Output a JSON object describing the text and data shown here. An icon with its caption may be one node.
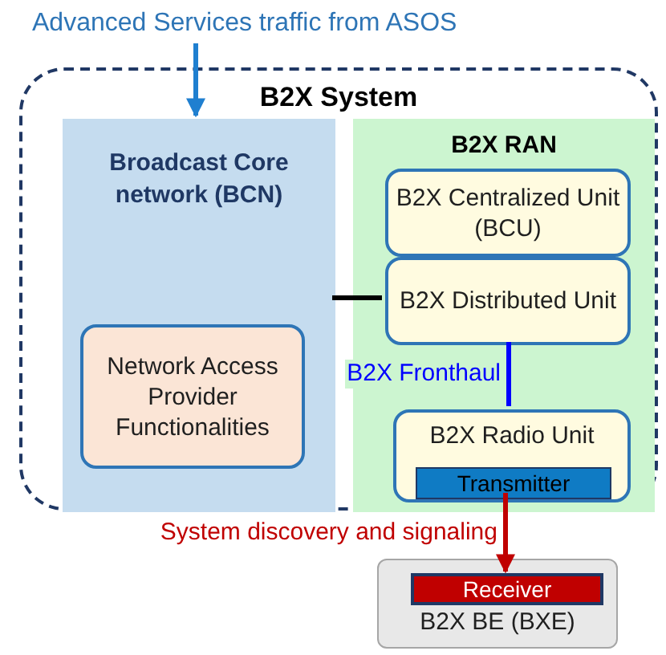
{
  "diagram": {
    "nodes": [
      {
        "text": [
          "Advanced Services traffic from ASOS"
        ]
      },
      {
        "text": [
          "B2X System"
        ]
      },
      {
        "text": [
          "Broadcast Core network (BCN)"
        ],
        "in": 1
      },
      {
        "text": [
          "Network Access Provider Functionalities"
        ],
        "in": 2
      },
      {
        "text": [
          "B2X RAN"
        ],
        "in": 1
      },
      {
        "text": [
          "B2X Centralized Unit (BCU)"
        ],
        "in": 4
      },
      {
        "text": [
          "B2X Distributed Unit"
        ],
        "in": 4
      },
      {
        "text": [
          "B2X Radio Unit"
        ],
        "in": 4
      },
      {
        "text": [
          "Transmitter"
        ],
        "in": 7
      },
      {
        "text": [
          "B2X BE (BXE)"
        ]
      },
      {
        "text": [
          "Receiver"
        ],
        "in": 9
      }
    ],
    "edges": [
      {
        "from": 0,
        "to": 2,
        "arrow": "to",
        "color": "#1f7fd0"
      },
      {
        "from": 2,
        "to": 6,
        "arrow": "none",
        "color": "#000000"
      },
      {
        "from": 6,
        "to": 7,
        "arrow": "none",
        "label": "B2X Fronthaul",
        "color": "#0000ff"
      },
      {
        "from": 8,
        "to": 10,
        "arrow": "to",
        "label": "System discovery and signaling",
        "color": "#c00000"
      }
    ]
  }
}
